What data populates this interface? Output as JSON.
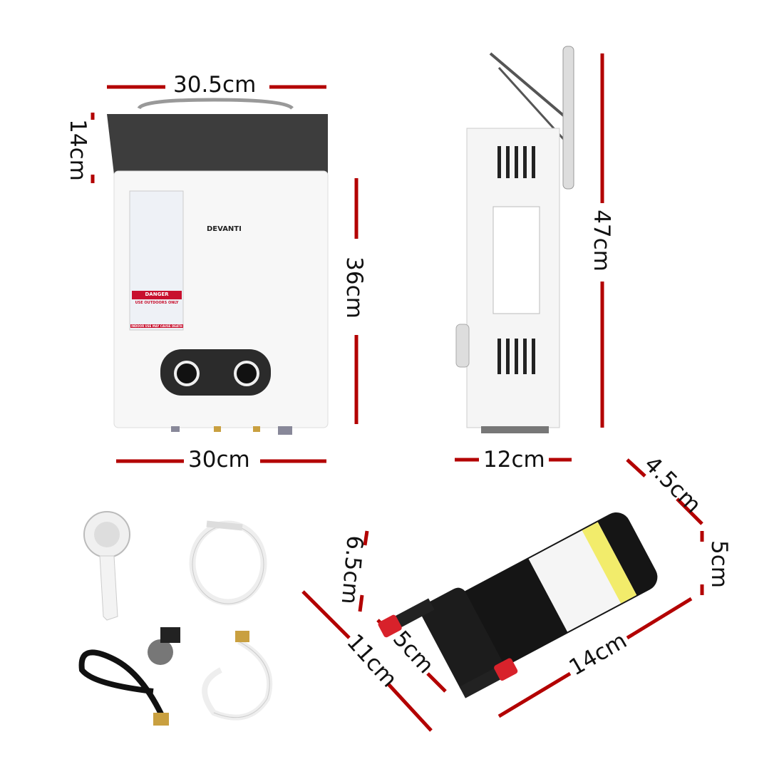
{
  "product": {
    "brand": "DEVANTI",
    "warning_label": {
      "danger": "DANGER",
      "outdoors": "USE OUTDOORS ONLY",
      "indoor": "INDOOR USE MAY CAUSE DEATH"
    }
  },
  "dimensions": {
    "heater_top_width": "30.5cm",
    "heater_cover_height": "14cm",
    "heater_body_height": "36cm",
    "heater_bottom_width": "30cm",
    "heater_total_height": "47cm",
    "heater_depth": "12cm",
    "pump_end_diameter": "4.5cm",
    "pump_end_height": "5cm",
    "pump_inlet_height": "6.5cm",
    "pump_body_length": "11cm",
    "pump_base_width": "5cm",
    "pump_total_length": "14cm"
  },
  "colors": {
    "dimension_line": "#b30000",
    "pump_body": "#111111",
    "pump_caps": "#d8222b",
    "pump_label": "#f2ec6b"
  }
}
